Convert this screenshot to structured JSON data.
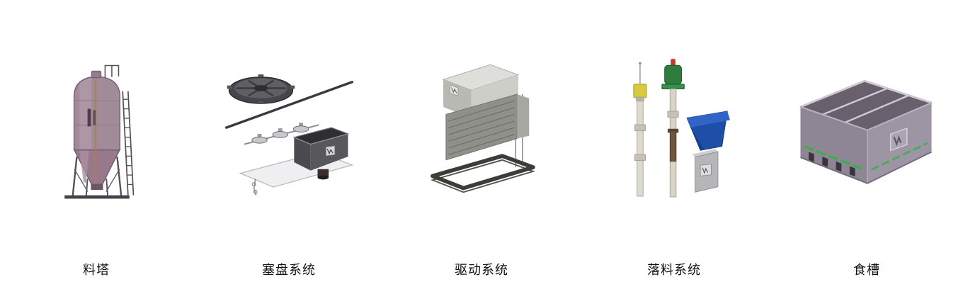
{
  "section": {
    "background": "#ffffff",
    "label_text_color": "#111111"
  },
  "products": [
    {
      "label": "料塔",
      "icon": "feed-silo-icon",
      "accent_color": "#a28b99"
    },
    {
      "label": "塞盘系统",
      "icon": "plug-disc-system-icon",
      "accent_color": "#46464a"
    },
    {
      "label": "驱动系统",
      "icon": "drive-system-icon",
      "accent_color": "#c9c9c4"
    },
    {
      "label": "落料系统",
      "icon": "feed-drop-system-icon",
      "accent_color": "#1d4fa6"
    },
    {
      "label": "食槽",
      "icon": "feed-trough-icon",
      "accent_color": "#8e8694"
    }
  ]
}
